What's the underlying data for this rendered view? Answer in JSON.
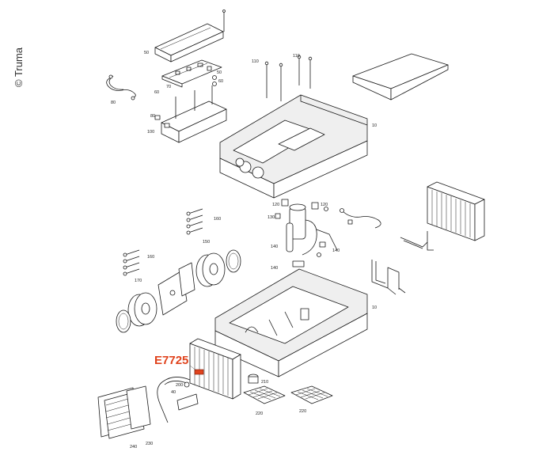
{
  "copyright": "© Truma",
  "callout": {
    "code": "E7725",
    "color": "#e0431d"
  },
  "labels": [
    {
      "id": "50a",
      "text": "50"
    },
    {
      "id": "50b",
      "text": "50"
    },
    {
      "id": "60a",
      "text": "60"
    },
    {
      "id": "60b",
      "text": "60"
    },
    {
      "id": "70",
      "text": "70"
    },
    {
      "id": "80a",
      "text": "80"
    },
    {
      "id": "80b",
      "text": "80"
    },
    {
      "id": "100",
      "text": "100"
    },
    {
      "id": "110a",
      "text": "110"
    },
    {
      "id": "110b",
      "text": "110"
    },
    {
      "id": "10a",
      "text": "10"
    },
    {
      "id": "10b",
      "text": "10"
    },
    {
      "id": "120a",
      "text": "120"
    },
    {
      "id": "120b",
      "text": "120"
    },
    {
      "id": "130",
      "text": "130"
    },
    {
      "id": "140a",
      "text": "140"
    },
    {
      "id": "140b",
      "text": "140"
    },
    {
      "id": "140c",
      "text": "140"
    },
    {
      "id": "150",
      "text": "150"
    },
    {
      "id": "160a",
      "text": "160"
    },
    {
      "id": "160b",
      "text": "160"
    },
    {
      "id": "170",
      "text": "170"
    },
    {
      "id": "200",
      "text": "200"
    },
    {
      "id": "210",
      "text": "210"
    },
    {
      "id": "220a",
      "text": "220"
    },
    {
      "id": "220b",
      "text": "220"
    },
    {
      "id": "230",
      "text": "230"
    },
    {
      "id": "240",
      "text": "240"
    },
    {
      "id": "40",
      "text": "40"
    }
  ]
}
